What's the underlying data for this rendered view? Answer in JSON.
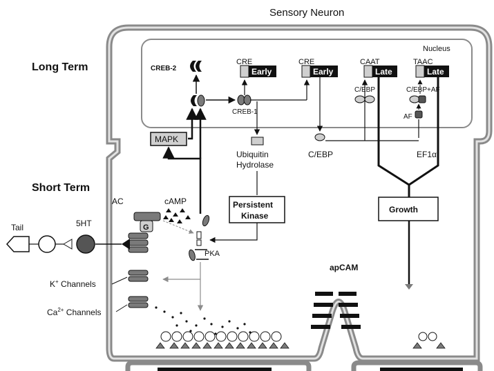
{
  "title": "Sensory Neuron",
  "sections": {
    "long_term": "Long Term",
    "short_term": "Short Term"
  },
  "nucleus": {
    "label": "Nucleus"
  },
  "genes": [
    {
      "promoter": "CRE",
      "stage": "Early"
    },
    {
      "promoter": "CRE",
      "stage": "Early"
    },
    {
      "promoter": "CAAT",
      "stage": "Late"
    },
    {
      "promoter": "TAAC",
      "stage": "Late"
    }
  ],
  "molecules": {
    "creb2": "CREB-2",
    "creb1": "CREB-1",
    "cebp_nuclear": "C/EBP",
    "cebp_af": "C/EBP+AF",
    "af": "AF",
    "mapk": "MAPK",
    "ubiquitin_line1": "Ubiquitin",
    "ubiquitin_line2": "Hydrolase",
    "cebp_cyto": "C/EBP",
    "ef1a": "EF1α",
    "persistent_line1": "Persistent",
    "persistent_line2": "Kinase",
    "growth": "Growth",
    "camp": "cAMP",
    "pka": "PKA",
    "ac": "AC",
    "g": "G",
    "ht5": "5HT",
    "tail": "Tail",
    "apcam": "apCAM"
  },
  "channels": {
    "k_prefix": "K",
    "k_sup": "+",
    "k_suffix": " Channels",
    "ca_prefix": "Ca",
    "ca_sup": "2+",
    "ca_suffix": " Channels"
  },
  "colors": {
    "membrane": "#8a8a8a",
    "membrane_inner": "#e2e2e2",
    "dark": "#111111",
    "box_grey": "#cfcfcf",
    "molecule": "#7a7a7a",
    "arrow_grey": "#8c8c8c",
    "ht5_fill": "#555555"
  }
}
